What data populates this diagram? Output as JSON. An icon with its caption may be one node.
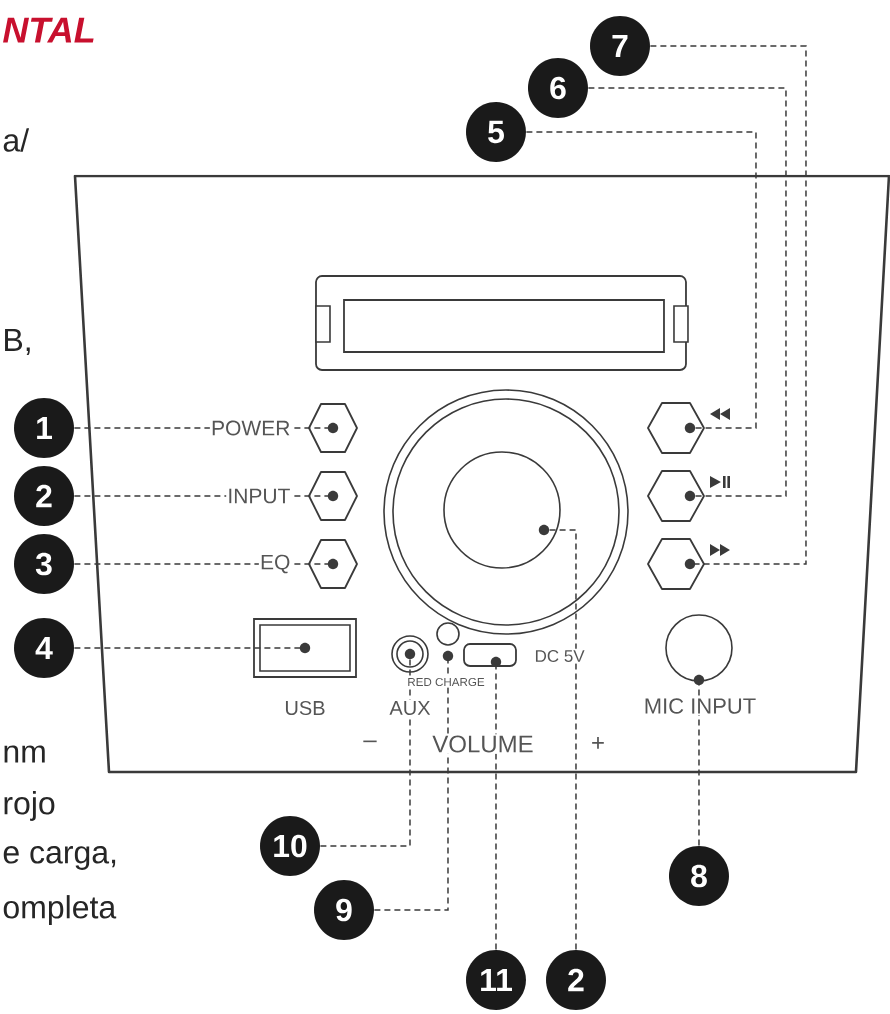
{
  "diagram": {
    "title": "NTAL",
    "nodes": [
      {
        "text": [
          "7"
        ]
      },
      {
        "text": [
          "6"
        ]
      },
      {
        "text": [
          "5"
        ]
      },
      {
        "text": [],
        "shape": "trapezoid"
      },
      {
        "text": [
          "1"
        ]
      },
      {
        "text": [],
        "shape": "hexagon",
        "in": 3,
        "beside": [
          "POWER"
        ]
      },
      {
        "text": [],
        "shape": "circle",
        "in": 3,
        "beside": [
          "–",
          "VOLUME",
          "+"
        ]
      },
      {
        "text": [],
        "shape": "hexagon",
        "in": 3
      },
      {
        "text": [
          "2"
        ]
      },
      {
        "text": [],
        "shape": "hexagon",
        "in": 3,
        "beside": [
          "INPUT"
        ]
      },
      {
        "text": [],
        "shape": "hexagon",
        "in": 3
      },
      {
        "text": [
          "3"
        ]
      },
      {
        "text": [],
        "shape": "hexagon",
        "in": 3,
        "beside": [
          "EQ"
        ]
      },
      {
        "text": [],
        "shape": "hexagon",
        "in": 3
      },
      {
        "text": [
          "4"
        ]
      },
      {
        "text": [],
        "shape": "box",
        "in": 3,
        "beside": [
          "USB"
        ]
      },
      {
        "text": [],
        "shape": "circle",
        "in": 3,
        "beside": [
          "AUX"
        ]
      },
      {
        "text": [],
        "shape": "circle",
        "in": 3
      },
      {
        "text": [],
        "shape": "box",
        "in": 3
      },
      {
        "text": [],
        "shape": "circle",
        "in": 3,
        "beside": [
          "MIC INPUT"
        ]
      },
      {
        "text": [
          "10"
        ]
      },
      {
        "text": [
          "8"
        ]
      },
      {
        "text": [
          "9"
        ]
      },
      {
        "text": [
          "11"
        ]
      },
      {
        "text": [
          "2"
        ]
      }
    ],
    "edges": [
      {
        "from": 4,
        "to": 5,
        "arrow": "none",
        "style": "dashed"
      },
      {
        "from": 8,
        "to": 9,
        "arrow": "none",
        "style": "dashed"
      },
      {
        "from": 11,
        "to": 12,
        "arrow": "none",
        "style": "dashed"
      },
      {
        "from": 14,
        "to": 15,
        "arrow": "none",
        "style": "dashed"
      },
      {
        "from": 2,
        "to": 7,
        "arrow": "none",
        "style": "dashed"
      },
      {
        "from": 1,
        "to": 10,
        "arrow": "none",
        "style": "dashed"
      },
      {
        "from": 0,
        "to": 13,
        "arrow": "none",
        "style": "dashed"
      },
      {
        "from": 21,
        "to": 19,
        "arrow": "none",
        "style": "dashed"
      },
      {
        "from": 22,
        "to": 17,
        "arrow": "none",
        "style": "dashed"
      },
      {
        "from": 20,
        "to": 16,
        "arrow": "none",
        "style": "dashed"
      },
      {
        "from": 23,
        "to": 18,
        "arrow": "none",
        "style": "dashed"
      },
      {
        "from": 24,
        "to": 6,
        "arrow": "none",
        "style": "dashed"
      }
    ],
    "labels": [
      "a/",
      "B,",
      "DC 5V",
      "RED CHARGE",
      "nm",
      "rojo",
      "e carga,",
      "ompleta"
    ]
  }
}
